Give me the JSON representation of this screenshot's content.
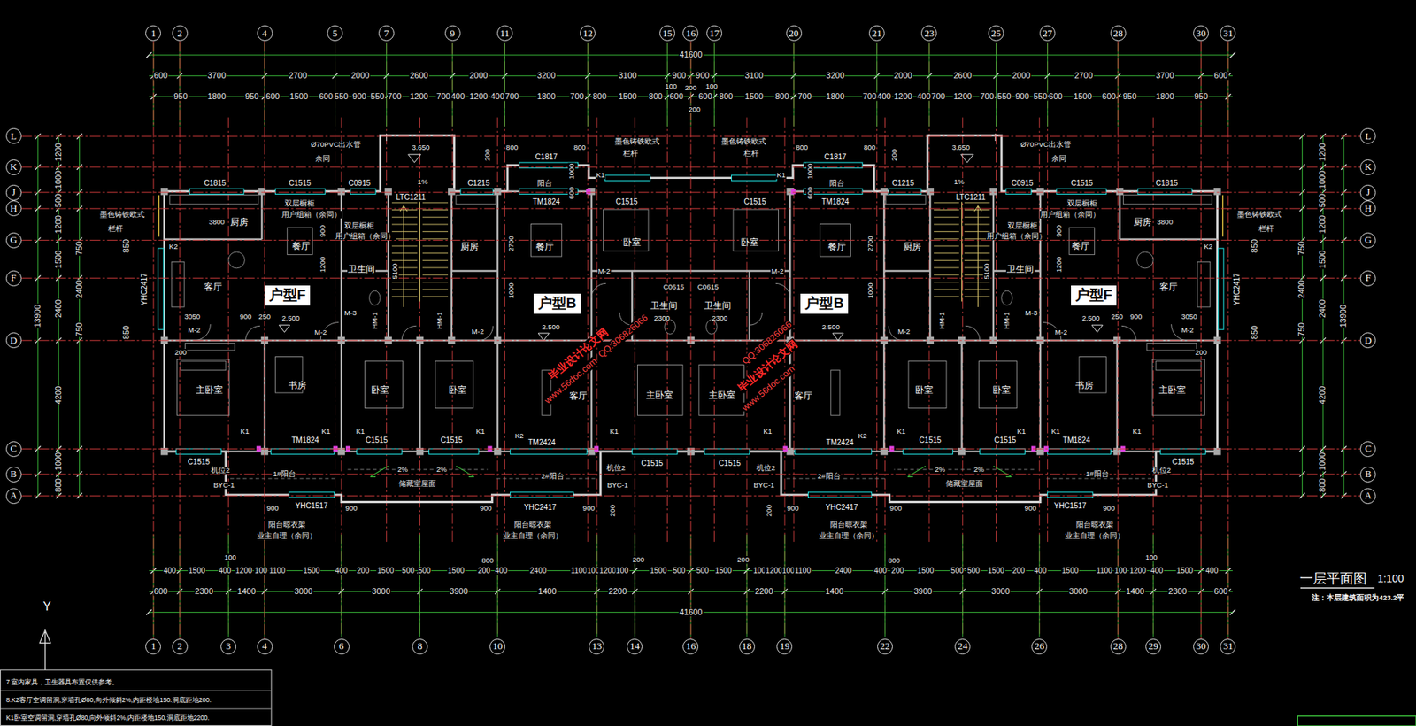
{
  "diagram": {
    "title": "一层平面图",
    "nodes": [
      {
        "text": [
          "1"
        ]
      },
      {
        "text": [
          "2"
        ]
      },
      {
        "text": [
          "4"
        ]
      },
      {
        "text": [
          "5"
        ]
      },
      {
        "text": [
          "7"
        ]
      },
      {
        "text": [
          "9"
        ]
      },
      {
        "text": [
          "11"
        ]
      },
      {
        "text": [
          "12"
        ]
      },
      {
        "text": [
          "15"
        ]
      },
      {
        "text": [
          "16"
        ]
      },
      {
        "text": [
          "17"
        ]
      },
      {
        "text": [
          "20"
        ]
      },
      {
        "text": [
          "21"
        ]
      },
      {
        "text": [
          "23"
        ]
      },
      {
        "text": [
          "25"
        ]
      },
      {
        "text": [
          "27"
        ]
      },
      {
        "text": [
          "28"
        ]
      },
      {
        "text": [
          "30"
        ]
      },
      {
        "text": [
          "31"
        ]
      },
      {
        "text": [
          "L"
        ]
      },
      {
        "text": [
          "K"
        ]
      },
      {
        "text": [
          "J"
        ]
      },
      {
        "text": [
          "H"
        ]
      },
      {
        "text": [
          "G"
        ]
      },
      {
        "text": [
          "F"
        ]
      },
      {
        "text": [
          "D"
        ]
      },
      {
        "text": [
          "C"
        ]
      },
      {
        "text": [
          "B"
        ]
      },
      {
        "text": [
          "A"
        ]
      },
      {
        "text": [
          "L"
        ]
      },
      {
        "text": [
          "K"
        ]
      },
      {
        "text": [
          "J"
        ]
      },
      {
        "text": [
          "H"
        ]
      },
      {
        "text": [
          "G"
        ]
      },
      {
        "text": [
          "F"
        ]
      },
      {
        "text": [
          "D"
        ]
      },
      {
        "text": [
          "C"
        ]
      },
      {
        "text": [
          "B"
        ]
      },
      {
        "text": [
          "A"
        ]
      },
      {
        "text": [
          "户型F"
        ]
      },
      {
        "text": [
          "户型B"
        ]
      },
      {
        "text": [
          "户型B"
        ]
      },
      {
        "text": [
          "户型F"
        ]
      },
      {
        "text": [
          "1"
        ]
      },
      {
        "text": [
          "2"
        ]
      },
      {
        "text": [
          "3"
        ]
      },
      {
        "text": [
          "4"
        ]
      },
      {
        "text": [
          "6"
        ]
      },
      {
        "text": [
          "8"
        ]
      },
      {
        "text": [
          "10"
        ]
      },
      {
        "text": [
          "13"
        ]
      },
      {
        "text": [
          "14"
        ]
      },
      {
        "text": [
          "16"
        ]
      },
      {
        "text": [
          "18"
        ]
      },
      {
        "text": [
          "19"
        ]
      },
      {
        "text": [
          "22"
        ]
      },
      {
        "text": [
          "24"
        ]
      },
      {
        "text": [
          "26"
        ]
      },
      {
        "text": [
          "28"
        ]
      },
      {
        "text": [
          "29"
        ]
      },
      {
        "text": [
          "30"
        ]
      },
      {
        "text": [
          "31"
        ]
      }
    ],
    "edges": [
      {
        "from": 0,
        "to": 43,
        "arrow": "none"
      },
      {
        "from": 1,
        "to": 44,
        "arrow": "none"
      },
      {
        "from": 2,
        "to": 46,
        "arrow": "none"
      },
      {
        "from": 9,
        "to": 52,
        "arrow": "none"
      },
      {
        "from": 16,
        "to": 58,
        "arrow": "none"
      },
      {
        "from": 17,
        "to": 60,
        "arrow": "none"
      },
      {
        "from": 18,
        "to": 61,
        "arrow": "none"
      },
      {
        "from": 19,
        "to": 29,
        "arrow": "none"
      },
      {
        "from": 20,
        "to": 30,
        "arrow": "none"
      },
      {
        "from": 21,
        "to": 31,
        "arrow": "none"
      },
      {
        "from": 22,
        "to": 32,
        "arrow": "none"
      },
      {
        "from": 23,
        "to": 33,
        "arrow": "none"
      },
      {
        "from": 24,
        "to": 34,
        "arrow": "none"
      },
      {
        "from": 25,
        "to": 35,
        "arrow": "none"
      },
      {
        "from": 26,
        "to": 36,
        "arrow": "none"
      },
      {
        "from": 27,
        "to": 37,
        "arrow": "none"
      },
      {
        "from": 28,
        "to": 38,
        "arrow": "none"
      }
    ],
    "labels": [
      "41600",
      "600",
      "3700",
      "2700",
      "2000",
      "2600",
      "2000",
      "3200",
      "3100",
      "900",
      "900",
      "3100",
      "3200",
      "2000",
      "2600",
      "2000",
      "2700",
      "3700",
      "600",
      "100",
      "200",
      "100",
      "200",
      "950",
      "1800",
      "950",
      "600",
      "1500",
      "600",
      "550",
      "900",
      "550",
      "700",
      "1200",
      "700",
      "400",
      "1200",
      "400",
      "700",
      "1800",
      "700",
      "800",
      "1500",
      "800",
      "600",
      "600",
      "800",
      "1500",
      "800",
      "700",
      "1800",
      "700",
      "400",
      "1200",
      "400",
      "700",
      "1200",
      "700",
      "550",
      "900",
      "550",
      "600",
      "1500",
      "600",
      "950",
      "1800",
      "950",
      "13900",
      "1200",
      "1000",
      "500",
      "1200",
      "1500",
      "2400",
      "4200",
      "1000",
      "800",
      "750",
      "2400",
      "750",
      "850",
      "850",
      "13900",
      "1200",
      "1000",
      "500",
      "1200",
      "1500",
      "2400",
      "4200",
      "1000",
      "800",
      "750",
      "2400",
      "750",
      "850",
      "850",
      "Ø70PVC出水管",
      "余同",
      "3.650",
      "1%",
      "C1815",
      "C1515",
      "C0915",
      "LTC1211",
      "C1215",
      "800",
      "C1817",
      "800",
      "K1",
      "墨色铸铁欧式",
      "栏杆",
      "阳台",
      "TM1824",
      "C1515",
      "墨色铸铁欧式",
      "栏杆",
      "3800",
      "厨房",
      "双层橱柜",
      "用户组箱（余同）",
      "餐厅",
      "双层橱柜",
      "用户组箱（余同）",
      "卫生间",
      "厨房",
      "餐厅",
      "卧室",
      "K2",
      "客厅",
      "YHC2417",
      "3050",
      "900",
      "250",
      "2.500",
      "M-2",
      "M-2",
      "M-3",
      "HM-1",
      "HM-1",
      "M-2",
      "2.500",
      "M-2",
      "2300",
      "卫生间",
      "C0615",
      "主卧室",
      "书房",
      "卧室",
      "卧室",
      "客厅",
      "主卧室",
      "K1",
      "K1",
      "K1",
      "K1",
      "K2",
      "K1",
      "TM1824",
      "C1515",
      "C1515",
      "TM2424",
      "C1515",
      "C1515",
      "机位2",
      "1#阳台",
      "2%",
      "2%",
      "储藏室屋面",
      "2#阳台",
      "机位2",
      "BYC-1",
      "BYC-1",
      "YHC1517",
      "YHC2417",
      "900",
      "900",
      "900",
      "900",
      "200",
      "阳台晾衣架",
      "业主自理（余同）",
      "阳台晾衣架",
      "业主自理（余同）",
      "200",
      "2700",
      "1000",
      "900",
      "1200",
      "5100",
      "200",
      "1000",
      "600",
      "Ø70PVC出水管",
      "余同",
      "3.650",
      "1%",
      "C1815",
      "C1515",
      "C0915",
      "LTC1211",
      "C1215",
      "800",
      "C1817",
      "800",
      "K1",
      "墨色铸铁欧式",
      "栏杆",
      "阳台",
      "TM1824",
      "C1515",
      "墨色铸铁欧式",
      "栏杆",
      "3800",
      "厨房",
      "双层橱柜",
      "用户组箱（余同）",
      "餐厅",
      "双层橱柜",
      "用户组箱（余同）",
      "卫生间",
      "厨房",
      "餐厅",
      "卧室",
      "K2",
      "客厅",
      "YHC2417",
      "3050",
      "900",
      "250",
      "2.500",
      "M-2",
      "M-2",
      "M-3",
      "HM-1",
      "HM-1",
      "M-2",
      "2.500",
      "M-2",
      "2300",
      "卫生间",
      "C0615",
      "主卧室",
      "书房",
      "卧室",
      "卧室",
      "客厅",
      "主卧室",
      "K1",
      "K1",
      "K1",
      "K1",
      "K2",
      "K1",
      "TM1824",
      "C1515",
      "C1515",
      "TM2424",
      "C1515",
      "C1515",
      "机位2",
      "1#阳台",
      "2%",
      "2%",
      "储藏室屋面",
      "2#阳台",
      "机位2",
      "BYC-1",
      "BYC-1",
      "YHC1517",
      "YHC2417",
      "900",
      "900",
      "900",
      "900",
      "200",
      "阳台晾衣架",
      "业主自理（余同）",
      "阳台晾衣架",
      "业主自理（余同）",
      "200",
      "2700",
      "1000",
      "900",
      "1200",
      "5100",
      "200",
      "1000",
      "600",
      "100",
      "800",
      "200",
      "200",
      "800",
      "100",
      "400",
      "1500",
      "400",
      "1200",
      "100",
      "1100",
      "1500",
      "400",
      "200",
      "1500",
      "500",
      "500",
      "1500",
      "200",
      "400",
      "2400",
      "1100",
      "100",
      "1200",
      "100",
      "1500",
      "500",
      "500",
      "1500",
      "100",
      "1200",
      "100",
      "1100",
      "2400",
      "400",
      "200",
      "1500",
      "500",
      "500",
      "1500",
      "200",
      "400",
      "1500",
      "1100",
      "100",
      "1200",
      "400",
      "1500",
      "400",
      "600",
      "2300",
      "1400",
      "3000",
      "3000",
      "3900",
      "1400",
      "2200",
      "2200",
      "1400",
      "3900",
      "3000",
      "3000",
      "1400",
      "2300",
      "600",
      "41600",
      "www.56doc.com",
      "毕业设计论文网",
      "QQ:306826066",
      "QQ:306826066",
      "毕业设计论文网",
      "www.56doc.com",
      "1:100",
      "注：本层建筑面积为423.2平",
      "Y",
      "7.室内家具，卫生器具布置仅供参考。",
      "8.K2客厅空调留洞,穿墙孔Ø80,向外倾斜2%,内距楼地150.洞底距地200.",
      "K1卧室空调留洞,穿墙孔Ø80,向外倾斜2%,内距楼地150.洞底距地2200."
    ]
  }
}
